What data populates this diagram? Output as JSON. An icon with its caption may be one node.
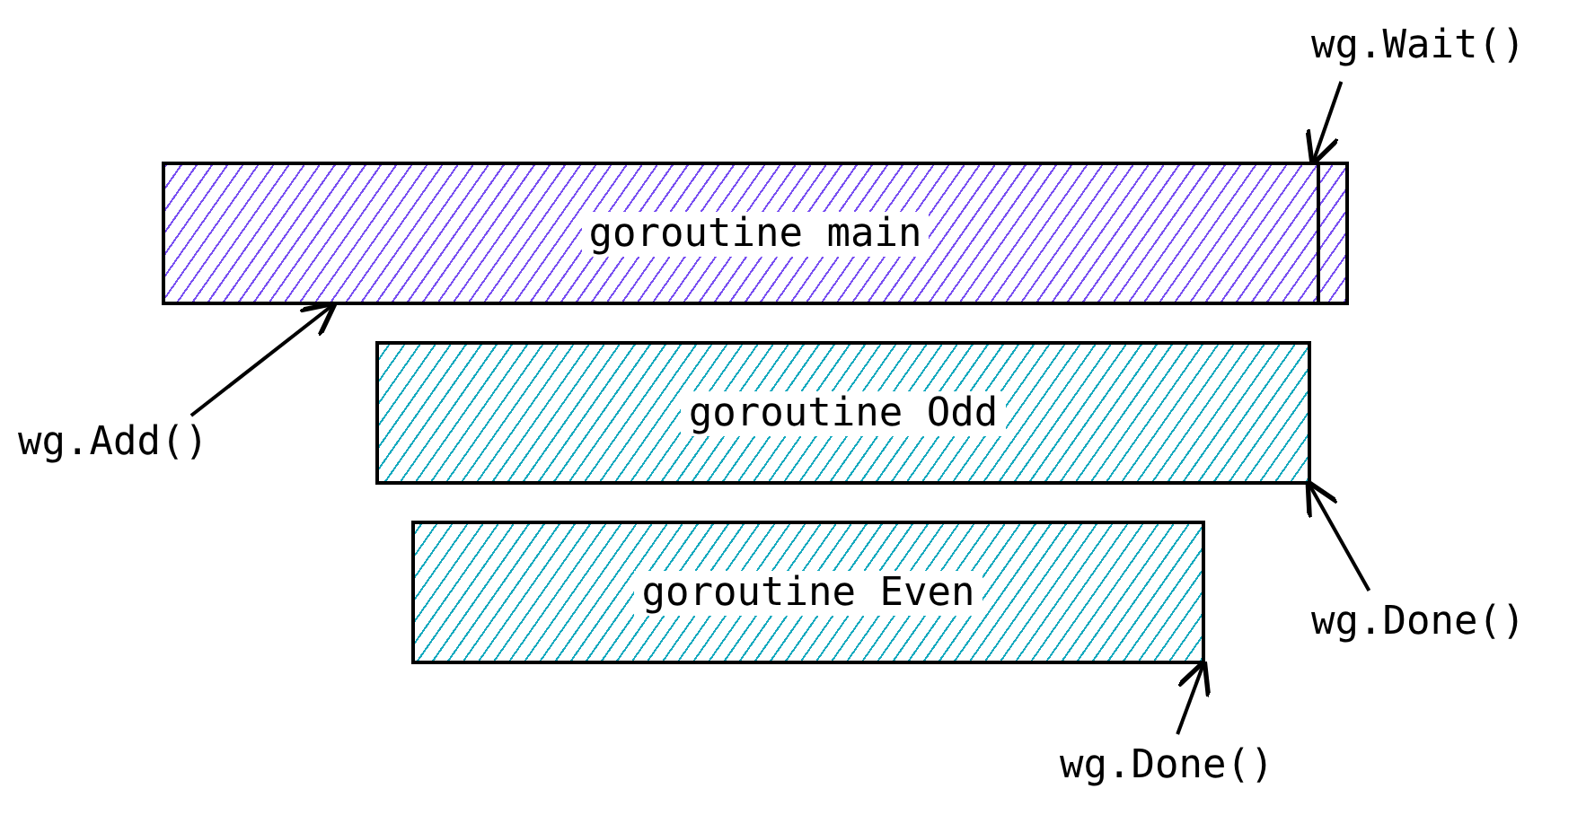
{
  "diagram": {
    "nodes": [
      {
        "text": [
          "goroutine main"
        ]
      },
      {
        "text": [
          "goroutine Odd"
        ]
      },
      {
        "text": [
          "goroutine Even"
        ]
      },
      {
        "text": [
          "wg.Wait()"
        ]
      },
      {
        "text": [
          "wg.Add()"
        ]
      },
      {
        "text": [
          "wg.Done()"
        ]
      },
      {
        "text": [
          "wg.Done()"
        ]
      }
    ],
    "edges": [
      {
        "from": 3,
        "to": 0,
        "arrow": "to"
      },
      {
        "from": 4,
        "to": 0,
        "arrow": "to"
      },
      {
        "from": 5,
        "to": 1,
        "arrow": "to"
      },
      {
        "from": 6,
        "to": 2,
        "arrow": "to"
      }
    ]
  }
}
